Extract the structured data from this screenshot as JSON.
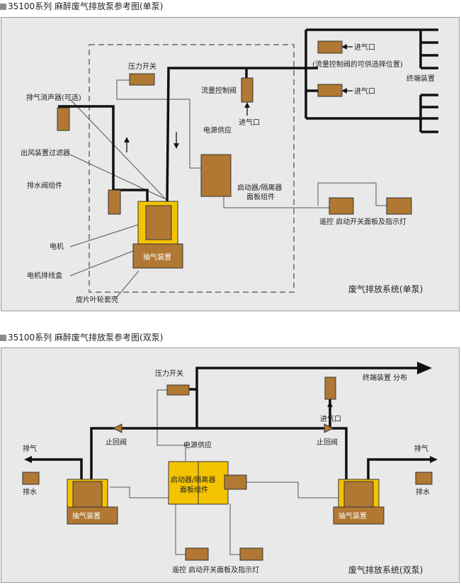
{
  "single": {
    "title": "35100系列 麻醉废气排放泵参考图(单泵)",
    "system_label": "废气排放系统(单泵)",
    "labels": {
      "pressure_switch": "压力开关",
      "flow_valve": "流量控制阀",
      "inlet_1": "进气口",
      "inlet_2": "进气口",
      "inlet_3": "进气口",
      "flow_note": "(流量控制阀的可供选择位置)",
      "terminal": "终端装置",
      "muffler": "排气消声器(可选)",
      "filter": "出风装置过滤器",
      "power": "电源供应",
      "drain_valve": "排水阀组件",
      "starter": "启动器/隔离器",
      "starter2": "面板组件",
      "remote": "遥控 启动开关面板及指示灯",
      "motor": "电机",
      "exhaust_unit": "抽气装置",
      "motor_box": "电机排线盒",
      "impeller": "旋片叶轮套壳"
    }
  },
  "double": {
    "title": "35100系列 麻醉废气排放泵参考图(双泵)",
    "system_label": "废气排放系统(双泵)",
    "labels": {
      "pressure_switch": "压力开关",
      "terminal": "终端装置 分布",
      "inlet": "进气口",
      "check_valve_left": "止回阀",
      "check_valve_right": "止回阀",
      "power": "电源供应",
      "exhaust_left": "排气",
      "exhaust_right": "排气",
      "drain_left": "排水",
      "drain_right": "排水",
      "starter": "启动器/隔离器",
      "starter2": "面板组件",
      "unit_left": "抽气装置",
      "unit_right": "抽气装置",
      "remote": "遥控 启动开关面板及指示灯"
    }
  },
  "colors": {
    "panel_bg": "#e9e9e9",
    "component_brown": "#b07833",
    "pump_yellow": "#f5c400",
    "pipe": "#111111",
    "wire": "#555555"
  }
}
